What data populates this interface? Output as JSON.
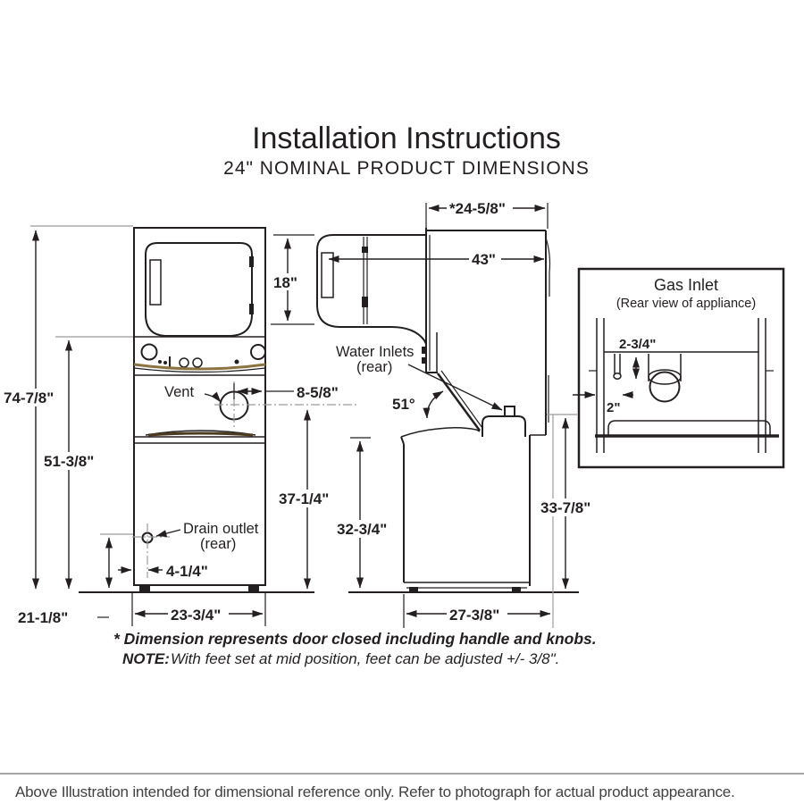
{
  "header": {
    "title": "Installation Instructions",
    "subtitle": "24\"  NOMINAL PRODUCT DIMENSIONS"
  },
  "front_view": {
    "labels": {
      "vent": "Vent",
      "drain_line1": "Drain outlet",
      "drain_line2": "(rear)"
    },
    "dims": {
      "height_overall": "74-7/8\"",
      "height_washer_top": "51-3/8\"",
      "vent_to_side": "8-5/8\"",
      "vent_height": "37-1/4\"",
      "drain_height": "21-1/8\"",
      "drain_offset": "4-1/4\"",
      "width": "23-3/4\""
    }
  },
  "side_view": {
    "labels": {
      "water_line1": "Water Inlets",
      "water_line2": "(rear)",
      "lid_angle": "51°"
    },
    "dims": {
      "depth_door_closed": "*24-5/8\"",
      "depth_door_open": "43\"",
      "door_height": "18\"",
      "washer_top_height": "32-3/4\"",
      "base_depth": "27-3/8\"",
      "rear_clearance_height": "33-7/8\""
    }
  },
  "gas_inlet": {
    "title": "Gas Inlet",
    "subtitle": "(Rear view of appliance)",
    "dims": {
      "pipe_drop": "2-3/4\"",
      "pipe_offset": "2\""
    }
  },
  "footnotes": {
    "asterisk": "* Dimension represents door closed including handle and knobs.",
    "note_label": "NOTE:",
    "note_text": "With feet set at mid position, feet can be adjusted +/- 3/8\"."
  },
  "footer": {
    "text": "Above Illustration intended for dimensional reference only. Refer to photograph for actual product appearance."
  },
  "colors": {
    "line": "#231f20",
    "accent_gold": "#8a7340",
    "accent_dark_gold": "#4a3c1e",
    "extension_gray": "#9b9b9b"
  }
}
